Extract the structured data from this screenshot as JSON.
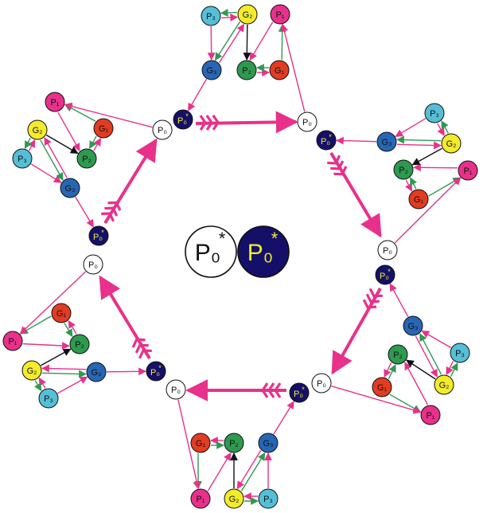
{
  "palette": {
    "magenta": "#e8318a",
    "green": "#2e9a4f",
    "red": "#e23c22",
    "yellow": "#f4ec2a",
    "cyan": "#56bfd8",
    "blue": "#2766b4",
    "navy": "#14106a",
    "white": "#ffffff",
    "star_gold": "#f4ec2a"
  },
  "labels": {
    "p0": "P₀",
    "p0_star": "P₀",
    "star": "*",
    "p1": "P₁",
    "p2": "P₂",
    "p3": "P₃",
    "g1": "G₁",
    "g2": "G₂",
    "g3": "G₃"
  },
  "legend": {
    "white_node": "P₀",
    "navy_node": "P₀",
    "star": "*"
  },
  "arrow_colors": {
    "main": "magenta",
    "g1_to_p1": "green",
    "g2_to_p2": "black"
  },
  "clusters": [
    {
      "id": "top",
      "nodes": [
        "p3",
        "g2",
        "p1",
        "g3",
        "p2",
        "g1"
      ]
    },
    {
      "id": "upper-right",
      "nodes": [
        "p3",
        "g3",
        "g2",
        "p2",
        "p1",
        "g1"
      ]
    },
    {
      "id": "lower-right",
      "nodes": [
        "g3",
        "p3",
        "p2",
        "g2",
        "g1",
        "p1"
      ]
    },
    {
      "id": "bottom",
      "nodes": [
        "g1",
        "p2",
        "g3",
        "p1",
        "g2",
        "p3"
      ]
    },
    {
      "id": "lower-left",
      "nodes": [
        "g1",
        "p1",
        "p2",
        "g2",
        "g3",
        "p3"
      ]
    },
    {
      "id": "upper-left",
      "nodes": [
        "p1",
        "g1",
        "g2",
        "p2",
        "p3",
        "g3"
      ]
    }
  ]
}
